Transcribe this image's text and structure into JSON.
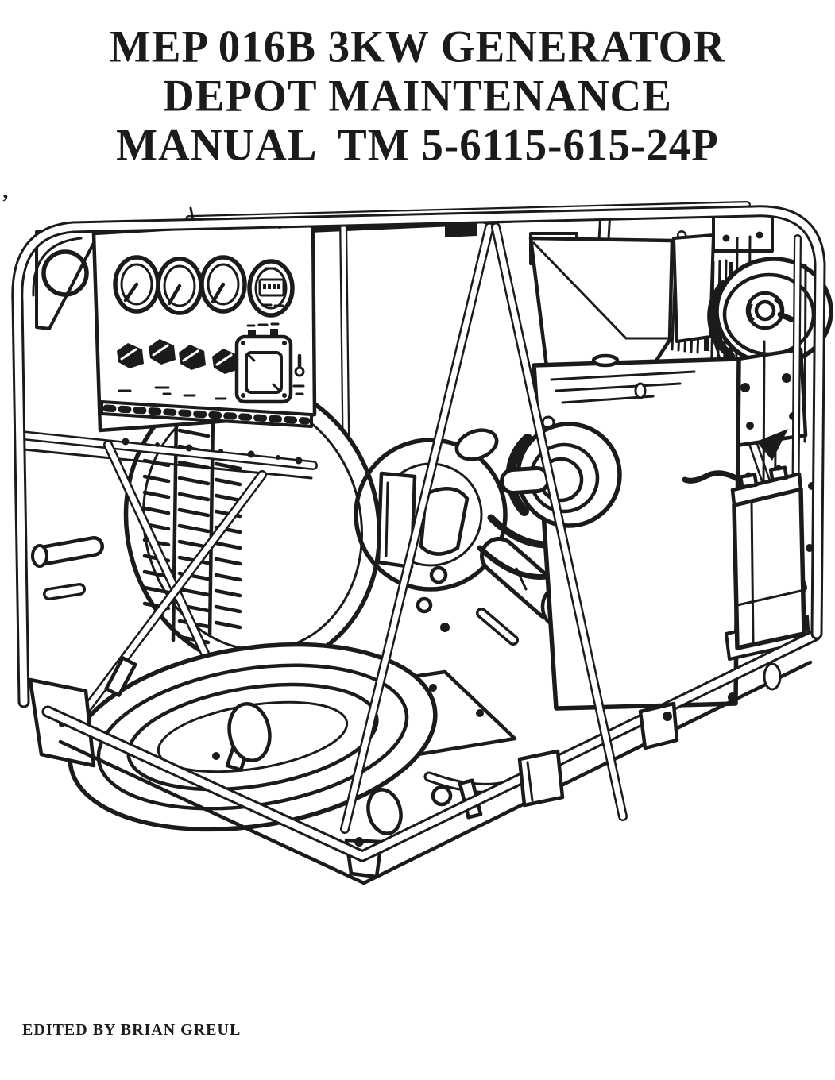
{
  "page": {
    "background": "#ffffff",
    "ink": "#1b1b1b"
  },
  "title": {
    "line1": "MEP 016B 3KW GENERATOR",
    "line2": "DEPOT MAINTENANCE",
    "line3": "MANUAL  TM 5-6115-615-24P"
  },
  "footer": {
    "credit": "EDITED BY BRIAN GREUL"
  },
  "stray_mark": "’",
  "illustration": {
    "name": "generator-line-drawing"
  }
}
